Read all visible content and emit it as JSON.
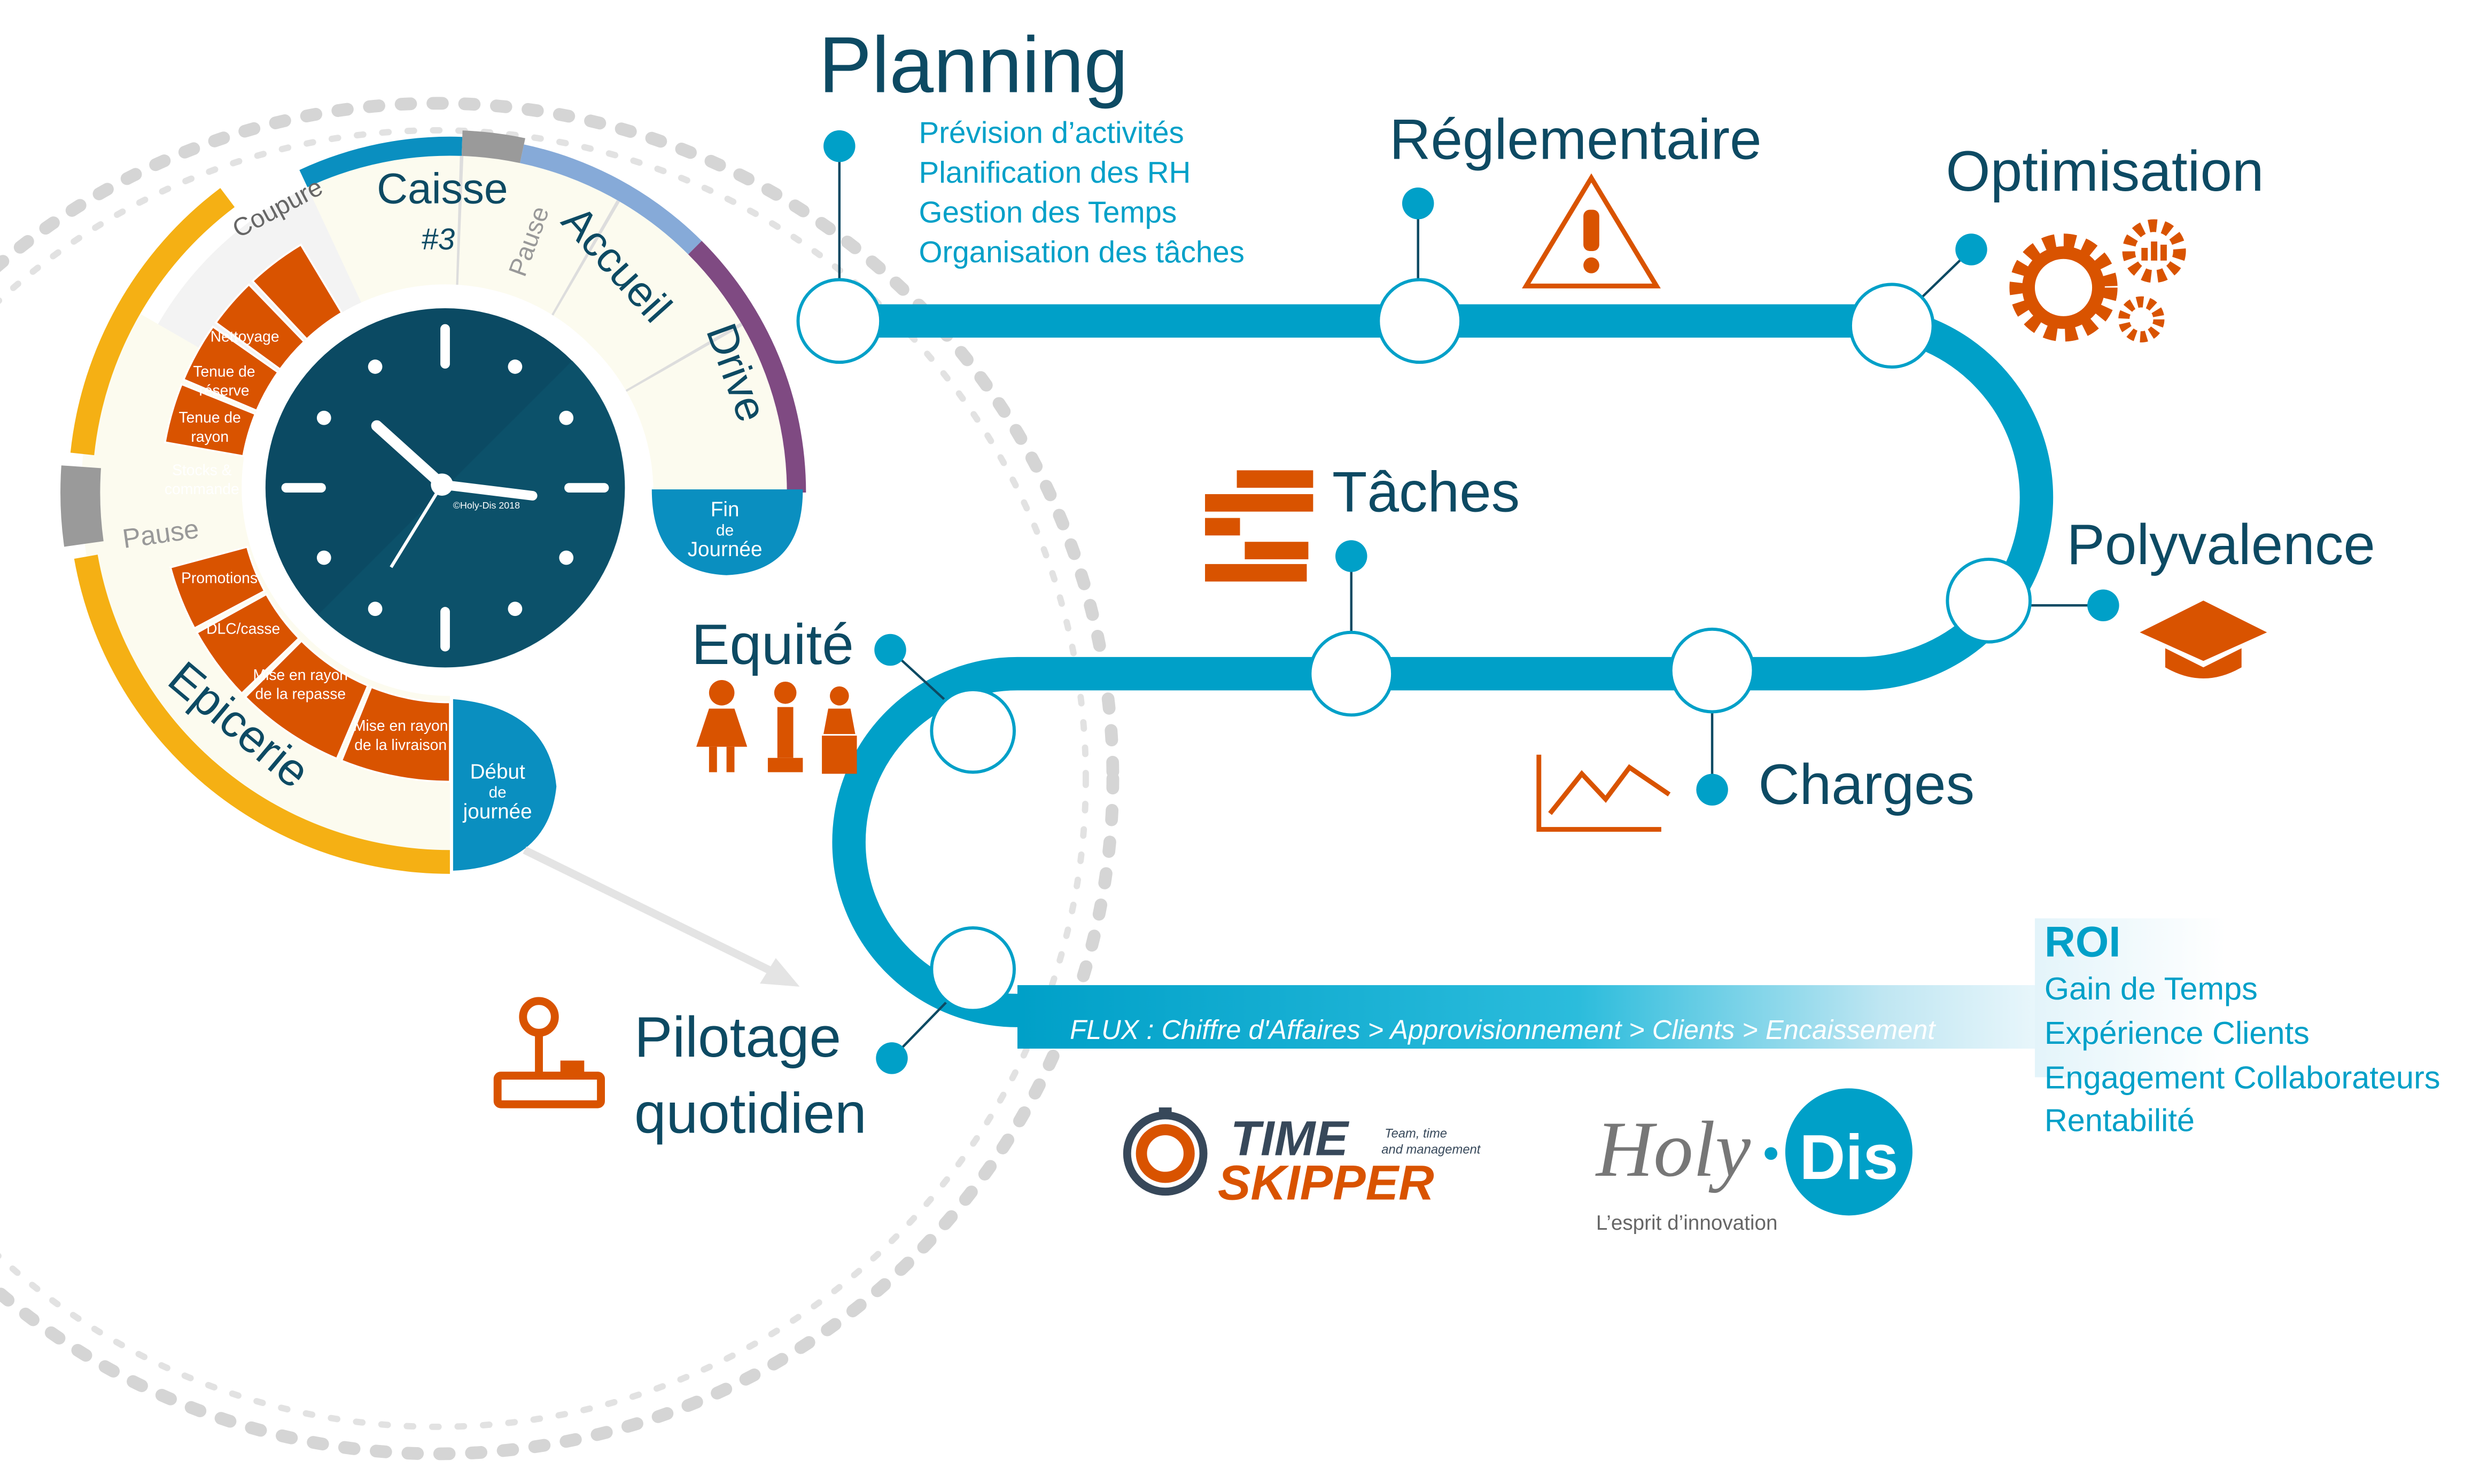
{
  "colors": {
    "dark": "#0d4a63",
    "blue": "#00a0c8",
    "orange": "#d95300",
    "yellow": "#f5b014",
    "purple": "#7f4a82",
    "light_blue": "#86aad8",
    "cream": "#fcfbef",
    "grey": "#9a9a9a"
  },
  "planning": {
    "title": "Planning",
    "items": [
      "Prévision d’activités",
      "Planification des RH",
      "Gestion des Temps",
      "Organisation des tâches"
    ]
  },
  "milestones": {
    "reglementaire": "Réglementaire",
    "optimisation": "Optimisation",
    "taches": "Tâches",
    "polyvalence": "Polyvalence",
    "charges": "Charges",
    "equite": "Equité",
    "pilotage_1": "Pilotage",
    "pilotage_2": "quotidien"
  },
  "flux": "FLUX  :  Chiffre d'Affaires > Approvisionnement > Clients > Encaissement",
  "roi": {
    "title": "ROI",
    "items": [
      "Gain de Temps",
      "Expérience Clients",
      "Engagement Collaborateurs",
      "Rentabilité"
    ]
  },
  "clock": {
    "copyright": "©Holy-Dis 2018",
    "segments": {
      "coupure": "Coupure",
      "caisse": "Caisse",
      "caisse_num": "#3",
      "pause_top": "Pause",
      "accueil": "Accueil",
      "drive": "Drive",
      "pause_left": "Pause",
      "epicerie": "Epicerie"
    },
    "fin": [
      "Fin",
      "de",
      "Journée"
    ],
    "debut": [
      "Début",
      "de",
      "journée"
    ],
    "tasks_top": [
      "Nettoyage",
      "Tenue de",
      "réserve",
      "Tenue de",
      "rayon",
      "Stocks &",
      "commande"
    ],
    "tasks_bottom": [
      "Promotions",
      "DLC/casse",
      "Mise en rayon",
      "de la repasse",
      "Mise en rayon",
      "de la livraison"
    ]
  },
  "logos": {
    "timeskipper": {
      "word1": "TIME",
      "word2": "SKIPPER",
      "tag1": "Team, time",
      "tag2": "and management"
    },
    "holydis": {
      "word1": "Holy",
      "word2": "Dis",
      "tagline": "L’esprit d’innovation"
    }
  }
}
